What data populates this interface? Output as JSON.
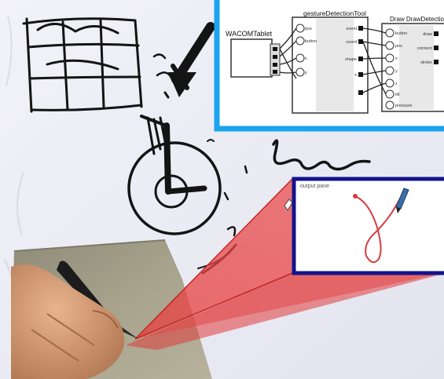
{
  "patcher": {
    "tablet_object_label": "WACOMTablet",
    "gesture_object_label": "gestureDetectionTool",
    "draw_object_label": "Draw DrawDetectionTool",
    "gesture_inlets": [
      "pos",
      "button",
      "x",
      "y"
    ],
    "gesture_outlets": [
      "event",
      "coord",
      "shape",
      "x"
    ],
    "draw_inlets": [
      "button",
      "pos",
      "x",
      "y",
      "z",
      "tilt",
      "pressure"
    ],
    "draw_outlets": [
      "draw",
      "connect",
      "stroke"
    ]
  },
  "preview": {
    "title": "output pane"
  },
  "colors": {
    "patcher_border": "#1aa3ee",
    "preview_border": "#14148c",
    "beam_fill": "#ea4848",
    "curve": "#d43c40",
    "ink": "#141414",
    "tablet_surface": "#a4a08a",
    "stage_background": "#ecedf4"
  },
  "scene": {
    "sketch_elements": [
      "grid-table",
      "arrow",
      "clock-circle",
      "squiggle",
      "parenthesis-marks"
    ],
    "hand_holding": "pen",
    "icons": [
      "pen-icon",
      "arrow-icon",
      "clock-icon"
    ]
  }
}
